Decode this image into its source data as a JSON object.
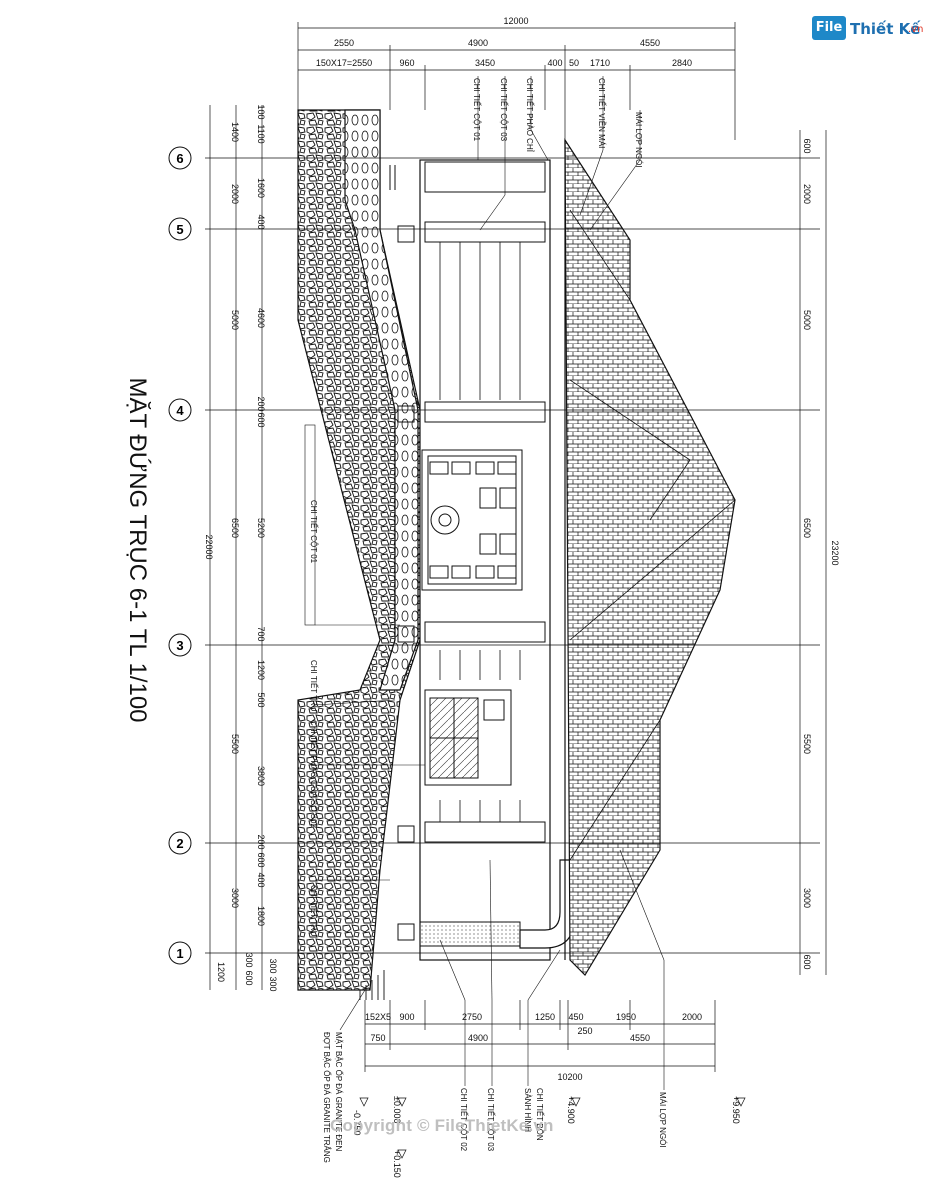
{
  "logo": {
    "badge": "File",
    "name": "Thiết Kế",
    "domain": ".vn"
  },
  "title": "MẶT ĐỨNG TRỤC 6-1 TL 1/100",
  "copyright": "Copyright © FileThietKe.vn",
  "axes": [
    "6",
    "5",
    "4",
    "3",
    "2",
    "1"
  ],
  "dims_top": {
    "total": "12000",
    "row2": [
      "2550",
      "4900",
      "4550"
    ],
    "row3": [
      "150X17=2550",
      "960",
      "3450",
      "400",
      "50",
      "1710",
      "2840"
    ]
  },
  "dims_bottom": {
    "row1": [
      "152X5",
      "900",
      "2750",
      "1250",
      "450",
      "250",
      "1950",
      "2000"
    ],
    "row2": [
      "750",
      "4900",
      "4550"
    ],
    "total": "10200"
  },
  "dims_left": {
    "total": "22000",
    "outer": [
      "1400",
      "2000",
      "5000",
      "6500",
      "5500",
      "3000",
      "1200"
    ],
    "inner": [
      "100",
      "1100",
      "1600",
      "400",
      "4600",
      "200",
      "600",
      "5200",
      "700",
      "1200",
      "500",
      "3800",
      "200",
      "600",
      "400",
      "1800",
      "300",
      "600",
      "300",
      "300"
    ]
  },
  "dims_right": {
    "total": "23200",
    "parts": [
      "600",
      "2000",
      "5000",
      "6500",
      "5500",
      "3000",
      "600"
    ]
  },
  "labels_top": [
    "CHI TIẾT CỘT 01",
    "CHI TIẾT CỘT 03",
    "CHI TIẾT PHÀO CHỈ",
    "CHI TIẾT VIỀN MÁI",
    "MÁI LỢP NGÓI"
  ],
  "labels_left": [
    "CHI TIẾT CỘT 01",
    "CHI TIẾT TRỤ",
    "CHI TIẾT PHÀO CỬA SỐ S02",
    "CHI TIẾT TRỤ"
  ],
  "labels_bottom": [
    "MẶT BẬC ỐP ĐÁ GRANITE ĐEN",
    "ĐỢT BẬC ỐP ĐÁ GRANITE TRẮNG",
    "CHI TIẾT CỘT 02",
    "CHI TIẾT CỘT 03",
    "CHI TIẾT BỒN",
    "SÀNH HÌNH",
    "MÁI LỢP NGÓI"
  ],
  "levels": [
    "-0.750",
    "±0.000",
    "+4.900",
    "+9.950",
    "+0.150"
  ]
}
